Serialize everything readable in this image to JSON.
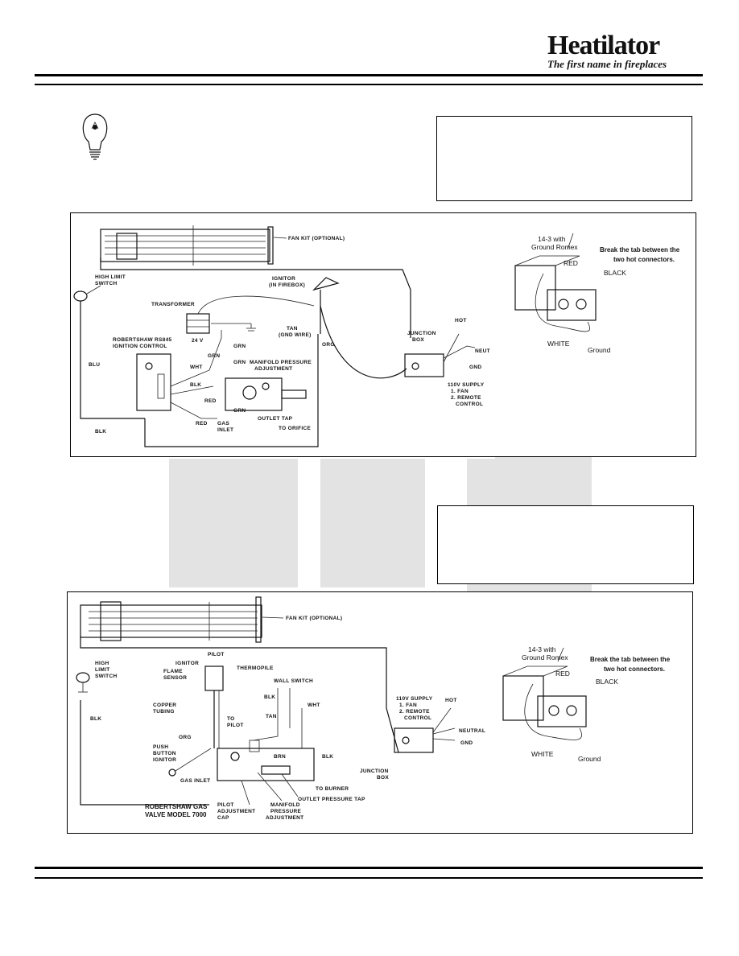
{
  "header": {
    "brand": "Heatilator",
    "tagline": "The first name in fireplaces"
  },
  "diagram1": {
    "labels": {
      "fan_kit": "FAN KIT (OPTIONAL)",
      "igniter": "IGNITOR",
      "igniter_sub": "(IN FIREBOX)",
      "high_limit_1": "HIGH LIMIT",
      "high_limit_2": "SWITCH",
      "transformer": "TRANSFORMER",
      "v24": "24 V",
      "tan": "TAN",
      "tan_sub": "(GND WIRE)",
      "org": "ORG",
      "robertshaw_1": "ROBERTSHAW RS845",
      "robertshaw_2": "IGNITION CONTROL",
      "blu": "BLU",
      "wht": "WHT",
      "grn1": "GRN",
      "grn2": "GRN",
      "grn3": "GRN",
      "grn4": "GRN",
      "manifold_1": "MANIFOLD PRESSURE",
      "manifold_2": "ADJUSTMENT",
      "blk": "BLK",
      "red1": "RED",
      "red2": "RED",
      "gas_inlet_1": "GAS",
      "gas_inlet_2": "INLET",
      "outlet_tap": "OUTLET TAP",
      "to_orifice": "TO ORIFICE",
      "blk_bottom": "BLK",
      "junction_1": "JUNCTION",
      "junction_2": "BOX",
      "hot": "HOT",
      "neut": "NEUT",
      "gnd": "GND",
      "supply_1": "110V SUPPLY",
      "supply_2": "1. FAN",
      "supply_3": "2. REMOTE",
      "supply_4": "CONTROL",
      "romex_1": "14-3 with",
      "romex_2": "Ground Romex",
      "tab_1": "Break the tab between the",
      "tab_2": "two hot connectors.",
      "red_w": "RED",
      "black_w": "BLACK",
      "white_w": "WHITE",
      "ground_w": "Ground"
    }
  },
  "diagram2": {
    "labels": {
      "fan_kit": "FAN KIT (OPTIONAL)",
      "pilot": "PILOT",
      "igniter": "IGNITOR",
      "flame_1": "FLAME",
      "flame_2": "SENSOR",
      "thermopile": "THERMOPILE",
      "high_limit_1": "HIGH",
      "high_limit_2": "LIMIT",
      "high_limit_3": "SWITCH",
      "blk_left": "BLK",
      "copper_1": "COPPER",
      "copper_2": "TUBING",
      "org": "ORG",
      "to_pilot_1": "TO",
      "to_pilot_2": "PILOT",
      "wall_switch": "WALL SWITCH",
      "blk_ws": "BLK",
      "tan": "TAN",
      "wht": "WHT",
      "brn": "BRN",
      "blk_r": "BLK",
      "push_1": "PUSH",
      "push_2": "BUTTON",
      "push_3": "IGNITOR",
      "gas_inlet": "GAS INLET",
      "to_burner": "TO BURNER",
      "valve_1": "ROBERTSHAW GAS",
      "valve_2": "VALVE MODEL 7000",
      "pilot_adj_1": "PILOT",
      "pilot_adj_2": "ADJUSTMENT",
      "pilot_adj_3": "CAP",
      "manifold_1": "MANIFOLD",
      "manifold_2": "PRESSURE",
      "manifold_3": "ADJUSTMENT",
      "outlet_tap": "OUTLET PRESSURE TAP",
      "supply_1": "110V SUPPLY",
      "supply_2": "1. FAN",
      "supply_3": "2. REMOTE",
      "supply_4": "CONTROL",
      "hot": "HOT",
      "neutral": "NEUTRAL",
      "gnd": "GND",
      "junction_1": "JUNCTION",
      "junction_2": "BOX",
      "romex_1": "14-3 with",
      "romex_2": "Ground Romex",
      "tab_1": "Break the tab between the",
      "tab_2": "two hot connectors.",
      "red_w": "RED",
      "black_w": "BLACK",
      "white_w": "WHITE",
      "ground_w": "Ground"
    }
  }
}
